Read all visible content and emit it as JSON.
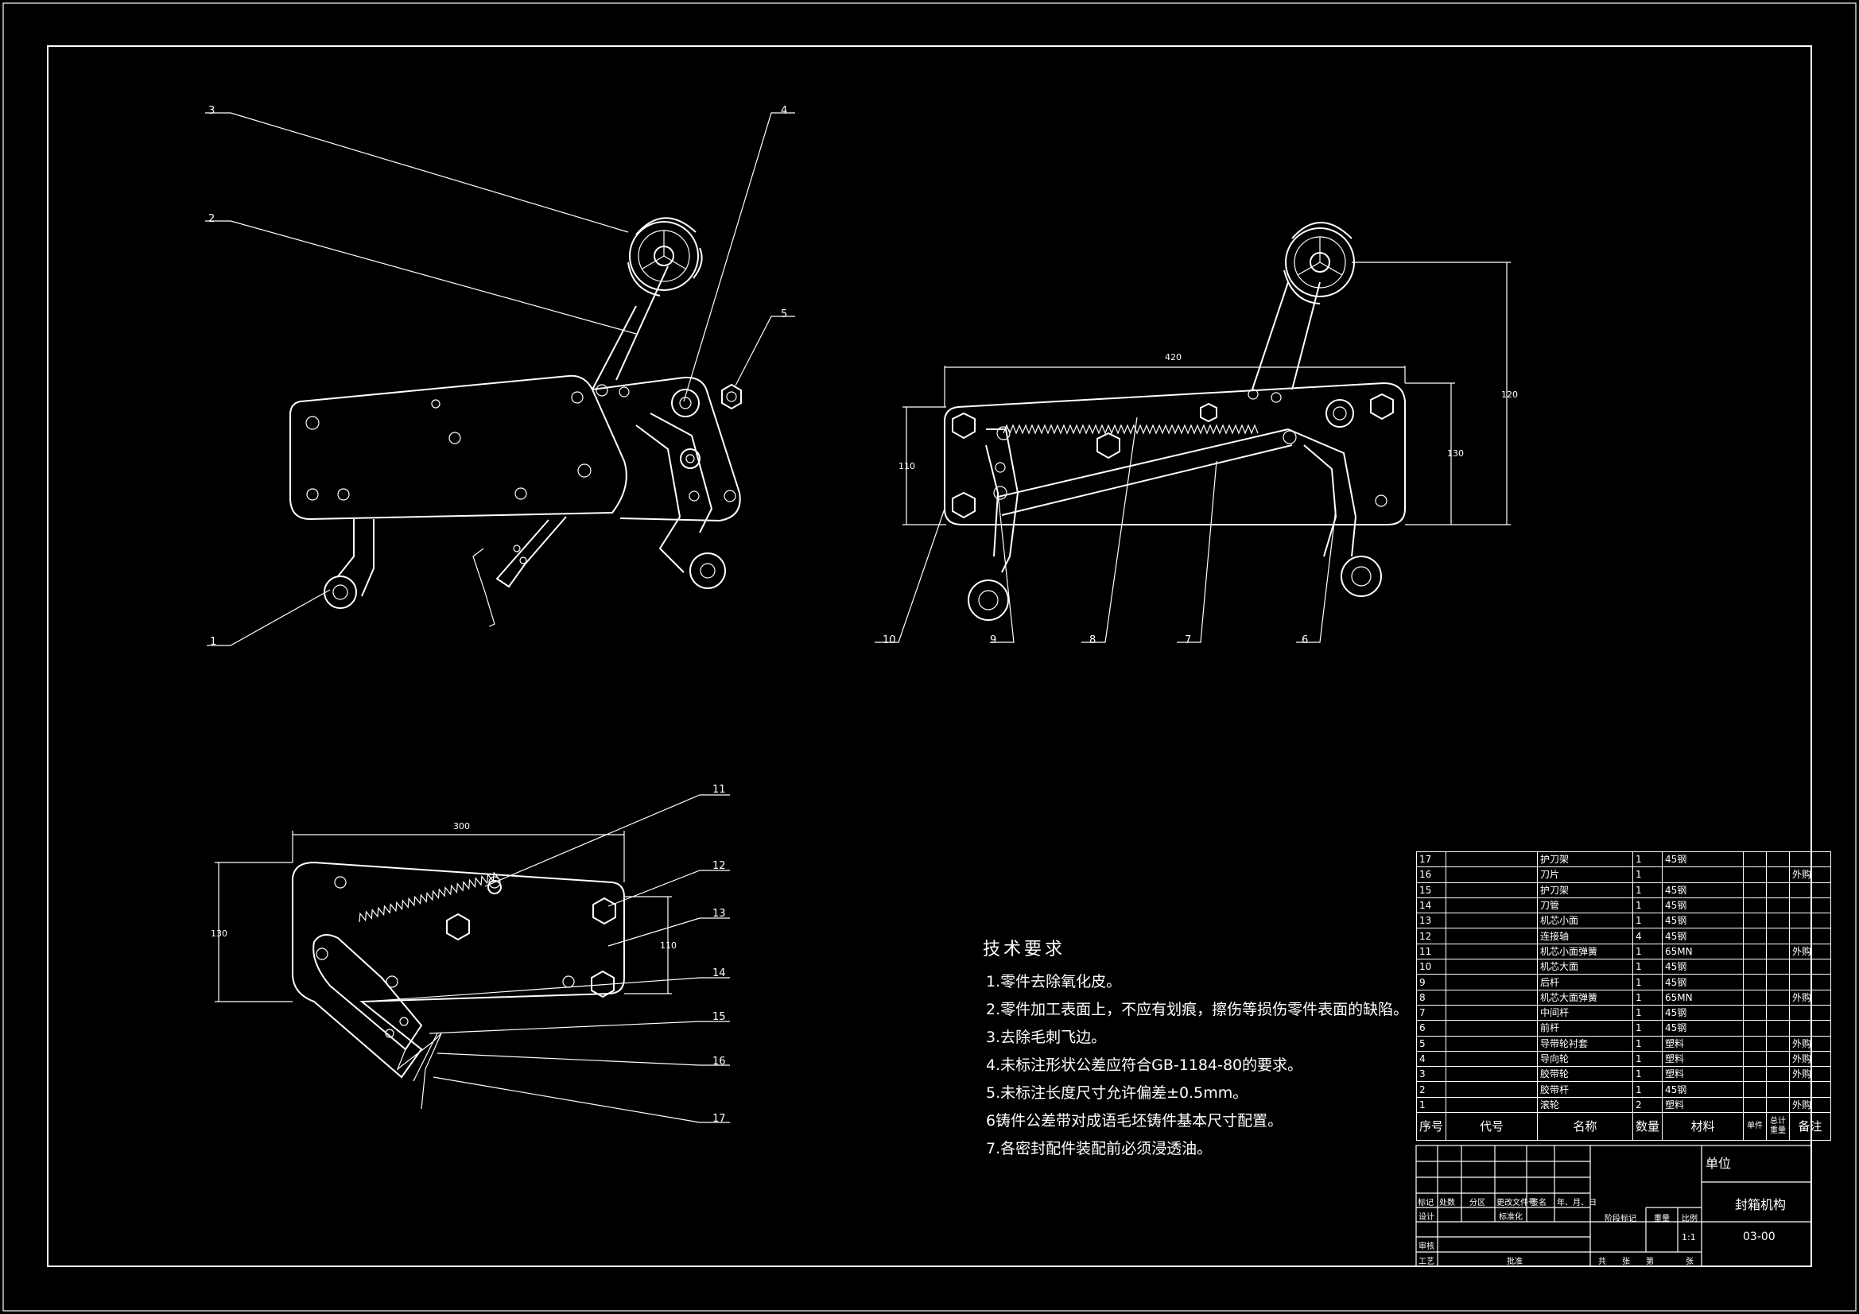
{
  "drawing": {
    "title": "封箱机构",
    "code": "03-00",
    "unit_label": "单位",
    "scale": "1:1"
  },
  "balloons": [
    "1",
    "2",
    "3",
    "4",
    "5",
    "6",
    "7",
    "8",
    "9",
    "10",
    "11",
    "12",
    "13",
    "14",
    "15",
    "16",
    "17"
  ],
  "dimensions": {
    "top_right_width": "420",
    "top_right_height_left": "110",
    "top_right_height_mid": "130",
    "top_right_height_right": "120",
    "bottom_left_width": "300",
    "bottom_left_height_left": "130",
    "bottom_left_height_right": "110"
  },
  "tech_requirements": {
    "title": "技术要求",
    "items": [
      "1.零件去除氧化皮。",
      "2.零件加工表面上，不应有划痕，擦伤等损伤零件表面的缺陷。",
      "3.去除毛刺飞边。",
      "4.未标注形状公差应符合GB-1184-80的要求。",
      "5.未标注长度尺寸允许偏差±0.5mm。",
      "6铸件公差带对成语毛坯铸件基本尺寸配置。",
      "7.各密封配件装配前必须浸透油。"
    ]
  },
  "bom": {
    "rows": [
      {
        "no": "17",
        "name": "护刀架",
        "qty": "1",
        "material": "45钢",
        "note": ""
      },
      {
        "no": "16",
        "name": "刀片",
        "qty": "1",
        "material": "",
        "note": "外购"
      },
      {
        "no": "15",
        "name": "护刀架",
        "qty": "1",
        "material": "45钢",
        "note": ""
      },
      {
        "no": "14",
        "name": "刀管",
        "qty": "1",
        "material": "45钢",
        "note": ""
      },
      {
        "no": "13",
        "name": "机芯小面",
        "qty": "1",
        "material": "45钢",
        "note": ""
      },
      {
        "no": "12",
        "name": "连接轴",
        "qty": "4",
        "material": "45钢",
        "note": ""
      },
      {
        "no": "11",
        "name": "机芯小面弹簧",
        "qty": "1",
        "material": "65MN",
        "note": "外购"
      },
      {
        "no": "10",
        "name": "机芯大面",
        "qty": "1",
        "material": "45钢",
        "note": ""
      },
      {
        "no": "9",
        "name": "后杆",
        "qty": "1",
        "material": "45钢",
        "note": ""
      },
      {
        "no": "8",
        "name": "机芯大面弹簧",
        "qty": "1",
        "material": "65MN",
        "note": "外购"
      },
      {
        "no": "7",
        "name": "中间杆",
        "qty": "1",
        "material": "45钢",
        "note": ""
      },
      {
        "no": "6",
        "name": "前杆",
        "qty": "1",
        "material": "45钢",
        "note": ""
      },
      {
        "no": "5",
        "name": "导带轮衬套",
        "qty": "1",
        "material": "塑料",
        "note": "外购"
      },
      {
        "no": "4",
        "name": "导向轮",
        "qty": "1",
        "material": "塑料",
        "note": "外购"
      },
      {
        "no": "3",
        "name": "胶带轮",
        "qty": "1",
        "material": "塑料",
        "note": "外购"
      },
      {
        "no": "2",
        "name": "胶带杆",
        "qty": "1",
        "material": "45钢",
        "note": ""
      },
      {
        "no": "1",
        "name": "滚轮",
        "qty": "2",
        "material": "塑料",
        "note": "外购"
      }
    ],
    "header": {
      "no": "序号",
      "code": "代号",
      "name": "名称",
      "qty": "数量",
      "material": "材料",
      "single": "单件",
      "total": "总计",
      "weight": "重量",
      "note": "备注"
    }
  },
  "title_block": {
    "mark": "标记",
    "count": "处数",
    "zone": "分区",
    "change_doc": "更改文件号",
    "sign": "签名",
    "date": "年、月、日",
    "design": "设计",
    "standard": "标准化",
    "stage_mark": "阶段标记",
    "weight": "重量",
    "ratio": "比例",
    "review": "审核",
    "process": "工艺",
    "approve": "批准",
    "total_sheets": "共",
    "sheets_unit": "张",
    "sheet_no": "第",
    "sheet_unit": "张"
  }
}
